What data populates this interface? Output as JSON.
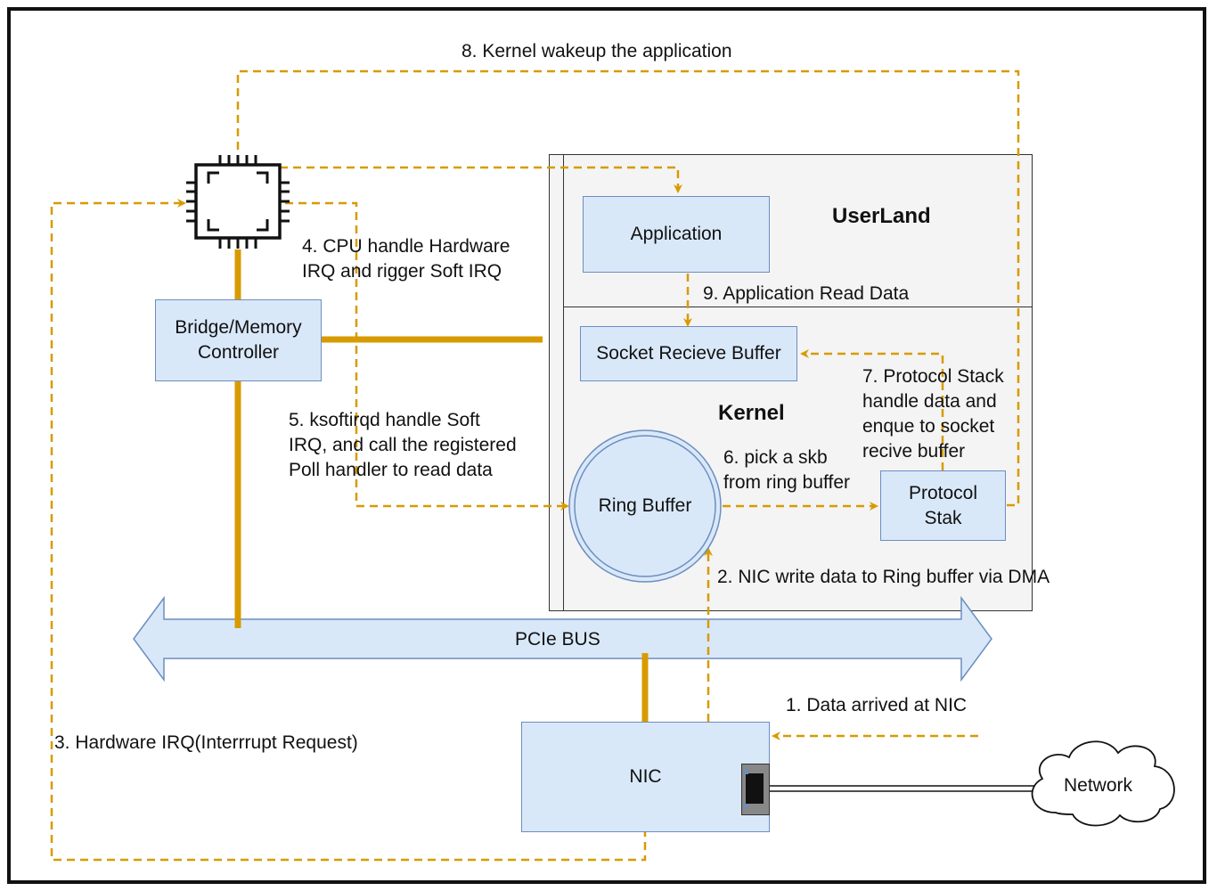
{
  "nodes": {
    "application": "Application",
    "socket_buffer": "Socket Recieve Buffer",
    "ring_buffer": "Ring Buffer",
    "protocol_stack": [
      "Protocol",
      "Stak"
    ],
    "bridge": [
      "Bridge/Memory",
      "Controller"
    ],
    "nic": "NIC",
    "network": "Network",
    "pcie_bus": "PCIe BUS"
  },
  "regions": {
    "userland": "UserLand",
    "kernel": "Kernel"
  },
  "steps": {
    "step1": "1. Data arrived at NIC",
    "step2": "2. NIC write data to Ring buffer via DMA",
    "step3": "3. Hardware IRQ(Interrrupt Request)",
    "step4": [
      "4. CPU handle Hardware",
      "IRQ and rigger Soft IRQ"
    ],
    "step5": [
      "5. ksoftirqd handle Soft",
      "IRQ, and call the registered",
      "Poll handler to read data"
    ],
    "step6": [
      "6. pick a skb",
      "from ring buffer"
    ],
    "step7": [
      "7. Protocol Stack",
      "handle data and",
      "enque to socket",
      "recive buffer"
    ],
    "step8": "8. Kernel wakeup the application",
    "step9": "9. Application Read Data"
  },
  "colors": {
    "flow": "#d79b00",
    "box_fill": "#d9e8f9",
    "box_stroke": "#6c8ebf",
    "panel_fill": "#f4f4f4"
  },
  "icons": [
    "cpu-chip-icon",
    "ethernet-port-icon",
    "cloud-icon"
  ]
}
